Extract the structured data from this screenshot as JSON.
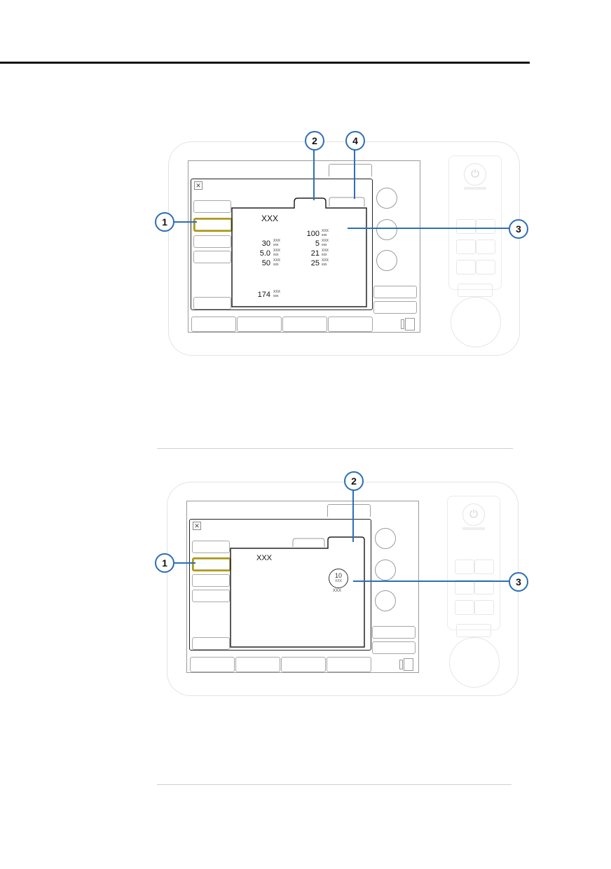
{
  "figure1": {
    "title": "XXX",
    "values": [
      {
        "value": "100",
        "unit": [
          "XXX",
          "xxx"
        ]
      },
      {
        "value": "30",
        "unit": [
          "XXX",
          "xxx"
        ]
      },
      {
        "value": "5",
        "unit": [
          "XXX",
          "xxx"
        ]
      },
      {
        "value": "5.0",
        "unit": [
          "XXX",
          "xxx"
        ]
      },
      {
        "value": "21",
        "unit": [
          "XXX",
          "xxx"
        ]
      },
      {
        "value": "50",
        "unit": [
          "XXX",
          "xxx"
        ]
      },
      {
        "value": "25",
        "unit": [
          "XXX",
          "xxx"
        ]
      },
      {
        "value": "174",
        "unit": [
          "XXX",
          "xxx"
        ]
      }
    ],
    "callouts": [
      "1",
      "2",
      "3",
      "4"
    ]
  },
  "figure2": {
    "title": "XXX",
    "ring": {
      "value": "10",
      "unit": "XXX",
      "caption": "XXX"
    },
    "callouts": [
      "1",
      "2",
      "3"
    ]
  },
  "icons": {
    "power": "power-icon",
    "close": "close-icon",
    "panel_glyphs": [
      "⏻",
      "✕"
    ]
  },
  "colors": {
    "callout_blue": "#2c6fb6",
    "selected_yellow": "#b19b00"
  }
}
